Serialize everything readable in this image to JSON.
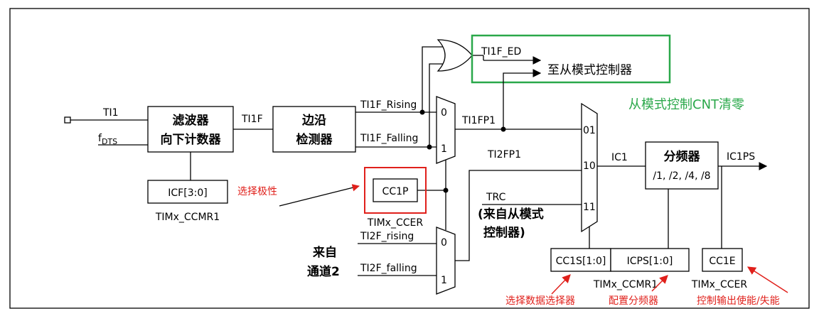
{
  "inputs": {
    "ti1": "TI1",
    "fdts_main": "f",
    "fdts_sub": "DTS",
    "from_channel2_line1": "来自",
    "from_channel2_line2": "通道2"
  },
  "filter": {
    "line1": "滤波器",
    "line2": "向下计数器"
  },
  "edge_detector": {
    "line1": "边沿",
    "line2": "检测器"
  },
  "signals": {
    "ti1f": "TI1F",
    "ti1f_rising": "TI1F_Rising",
    "ti1f_falling": "TI1F_Falling",
    "ti1f_ed": "TI1F_ED",
    "ti1fp1": "TI1FP1",
    "ti2fp1": "TI2FP1",
    "trc": "TRC",
    "trc_note_line1": "(来自从模式",
    "trc_note_line2": "控制器)",
    "ti2f_rising": "TI2F_rising",
    "ti2f_falling": "TI2F_falling",
    "ic1": "IC1",
    "ic1ps": "IC1PS"
  },
  "mux_labels": {
    "top0": "0",
    "top1": "1",
    "bot0": "0",
    "bot1": "1",
    "s01": "01",
    "s10": "10",
    "s11": "11"
  },
  "slave_mode_controller": "至从模式控制器",
  "prescaler": {
    "line1": "分频器",
    "line2": "/1, /2, /4, /8"
  },
  "registers": {
    "icf": "ICF[3:0]",
    "ccmr1_left": "TIMx_CCMR1",
    "cc1p": "CC1P",
    "ccer_mid": "TIMx_CCER",
    "cc1s": "CC1S[1:0]",
    "icps": "ICPS[1:0]",
    "ccmr1_bottom": "TIMx_CCMR1",
    "cc1e": "CC1E",
    "ccer_right": "TIMx_CCER"
  },
  "annotations": {
    "polarity": "选择极性",
    "slave_clear": "从模式控制CNT清零",
    "select_mux": "选择数据选择器",
    "config_prescaler": "配置分频器",
    "output_enable": "控制输出使能/失能"
  },
  "colors": {
    "annotation_red": "#e0201b",
    "annotation_green": "#2aa84a",
    "line": "#000000"
  }
}
